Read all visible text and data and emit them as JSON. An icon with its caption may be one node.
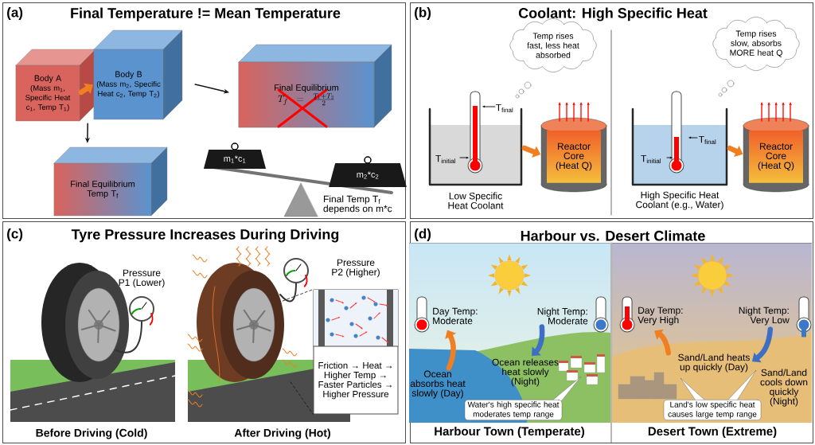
{
  "diagram": {
    "nodes": [
      {
        "text": [
          "(a)",
          "Final Temperature != Mean Temperature"
        ]
      },
      {
        "text": [
          "Body A",
          "(Mass m$_{1}$, Specific Heat c$_{1}$, Temp T$_{1}$)"
        ],
        "in": 0
      },
      {
        "text": [
          "Body B",
          "(Mass m$_{2}$, Specific Heat c$_{2}$, Temp T$_{2}$)"
        ],
        "in": 0
      },
      {
        "text": [
          "Final Equilibrium",
          "T_f = \\frac{T_1 + T_2}{2}"
        ],
        "in": 0
      },
      {
        "text": [
          "Final Equilibrium Temp T$_{f}$"
        ],
        "in": 0
      },
      {
        "text": [
          "m$_{1}$*c$_{1}$"
        ],
        "in": 0
      },
      {
        "text": [
          "m$_{2}$*c$_{2}$"
        ],
        "in": 0
      },
      {
        "text": [
          "(b)",
          "Coolant: High Specific Heat"
        ]
      },
      {
        "text": [
          "Temp rises fast, less heat absorbed"
        ],
        "in": 7
      },
      {
        "text": [
          "Low Specific Heat Coolant"
        ],
        "in": 7
      },
      {
        "text": [
          "Reactor Core (Heat Q)"
        ],
        "in": 7
      },
      {
        "text": [
          "Temp rises slow, absorbs MORE heat Q"
        ],
        "in": 7
      },
      {
        "text": [
          "High Specific Heat Coolant (e.g., Water)"
        ],
        "in": 7
      },
      {
        "text": [
          "Reactor Core (Heat Q)"
        ],
        "in": 7
      },
      {
        "text": [
          "(c)",
          "Tyre Pressure Increases During Driving"
        ]
      },
      {
        "text": [],
        "shape": "picture",
        "in": 14
      },
      {
        "text": [
          "Friction → Heat → Higher Temp → Faster Particles → Higher Pressure"
        ],
        "in": 14
      },
      {
        "text": [
          "(d)",
          "Harbour vs. Desert Climate"
        ]
      },
      {
        "text": [
          "Water's high specific heat moderates temp range"
        ],
        "in": 17
      },
      {
        "text": [
          "Land's low specific heat causes large temp range"
        ],
        "in": 17
      },
      {
        "text": [
          "Day Temp: Moderate"
        ],
        "in": 17
      },
      {
        "text": [
          "Ocean absorbs heat slowly (Day)"
        ],
        "in": 17
      },
      {
        "text": [
          "Night Temp: Moderate"
        ],
        "in": 17
      },
      {
        "text": [
          "Ocean releases heat slowly (Night)"
        ],
        "in": 17
      },
      {
        "text": [
          "Day Temp: Very High"
        ],
        "in": 17
      },
      {
        "text": [
          "Sand/Land heats up quickly (Day)"
        ],
        "in": 17
      },
      {
        "text": [
          "Night Temp: Very Low"
        ],
        "in": 17
      },
      {
        "text": [
          "Sand/Land cools down quickly (Night)"
        ],
        "in": 17
      }
    ],
    "edges": [
      {
        "from": 1,
        "to": 2,
        "arrow": "to",
        "color": "#f07f22"
      },
      {
        "from": 2,
        "to": 3,
        "arrow": "to",
        "color": "#111111"
      },
      {
        "from": 1,
        "to": 4,
        "arrow": "to",
        "color": "#111111"
      },
      {
        "from": 9,
        "to": 10,
        "arrow": "to",
        "color": "#f07f22"
      },
      {
        "from": 12,
        "to": 13,
        "arrow": "to",
        "color": "#f07f22"
      },
      {
        "from": 15,
        "to": 16,
        "arrow": "none",
        "style": "dashed",
        "color": "#111111"
      },
      {
        "from": 15,
        "to": 16,
        "arrow": "none",
        "style": "dashed",
        "color": "#111111"
      },
      {
        "from": 21,
        "to": 20,
        "arrow": "to",
        "color": "#f07f22"
      },
      {
        "from": 22,
        "to": 23,
        "arrow": "to",
        "color": "#3f6fc4"
      },
      {
        "from": 25,
        "to": 24,
        "arrow": "to",
        "color": "#f07f22"
      },
      {
        "from": 26,
        "to": 27,
        "arrow": "to",
        "color": "#3f6fc4"
      }
    ],
    "labels": [
      "Final Temp T$_{f}$ depends on m*c",
      "T$_{final}$",
      "T$_{initial}$",
      "T$_{final}$",
      "T$_{initial}$",
      "Pressure P1 (Lower)",
      "Pressure P2 (Higher)",
      "Before Driving (Cold)",
      "After Driving (Hot)",
      "Harbour Town (Temperate)",
      "Desert Town (Extreme)"
    ]
  }
}
